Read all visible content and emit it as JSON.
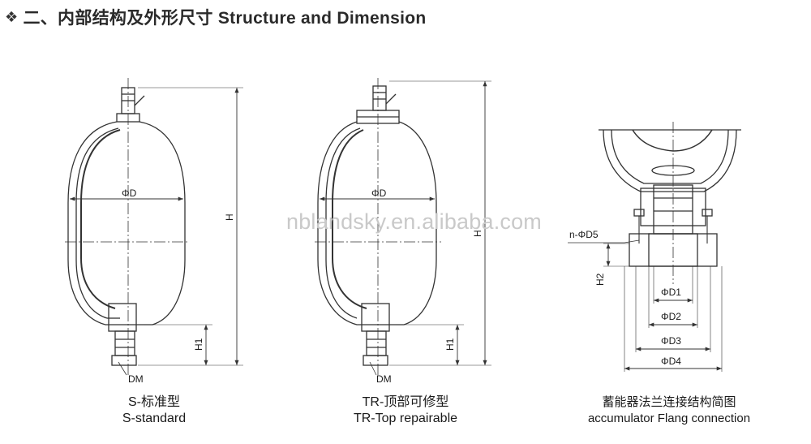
{
  "header": {
    "marker": "❖",
    "title": "二、内部结构及外形尺寸 Structure and Dimension"
  },
  "watermark": "nblandsky.en.alibaba.com",
  "figures": {
    "standard": {
      "labels": {
        "diameter": "ΦD",
        "height": "H",
        "height1": "H1",
        "dm": "DM"
      },
      "caption_cn": "S-标准型",
      "caption_en": "S-standard"
    },
    "top_repairable": {
      "labels": {
        "diameter": "ΦD",
        "height": "H",
        "height1": "H1",
        "dm": "DM"
      },
      "caption_cn": "TR-顶部可修型",
      "caption_en": "TR-Top repairable"
    },
    "flange": {
      "labels": {
        "bolts": "n-ΦD5",
        "height2": "H2",
        "d1": "ΦD1",
        "d2": "ΦD2",
        "d3": "ΦD3",
        "d4": "ΦD4"
      },
      "caption_cn": "蓄能器法兰连接结构简图",
      "caption_en": "accumulator Flang connection"
    }
  },
  "colors": {
    "line": "#333333",
    "text": "#1a1a1a",
    "watermark": "#c9c9c9"
  }
}
